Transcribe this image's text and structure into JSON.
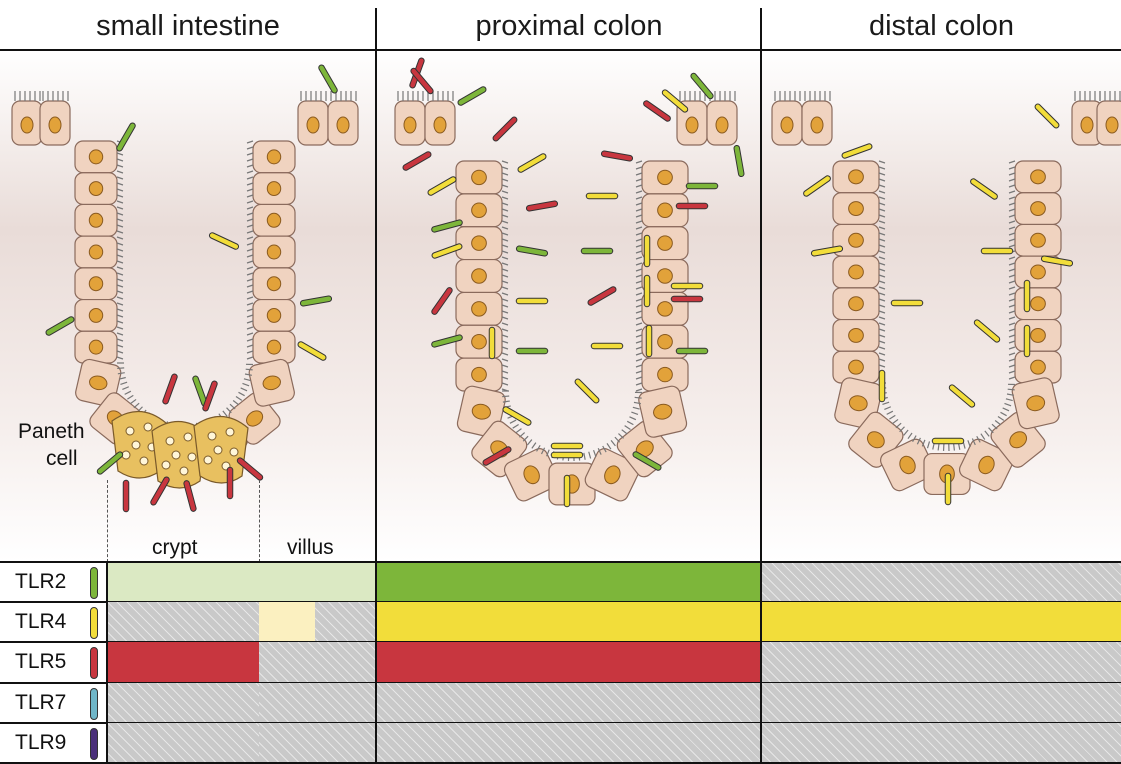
{
  "headers": [
    "small intestine",
    "proximal colon",
    "distal colon"
  ],
  "paneth_label": [
    "Paneth",
    "cell"
  ],
  "subregions": {
    "crypt": "crypt",
    "villus": "villus"
  },
  "colors": {
    "tlr2": "#7db63a",
    "tlr2_light": "#dbe9c3",
    "tlr4": "#f2dd3a",
    "tlr4_light": "#fbf0c0",
    "tlr5": "#c8363f",
    "tlr7": "#6fb6c8",
    "tlr9": "#4a2f7a",
    "cell_fill": "#f0d3c0",
    "cell_stroke": "#8a6a5c",
    "nucleus": "#e2a23a",
    "paneth_fill": "#e8c060",
    "background": "#e9dcd8"
  },
  "rows": [
    {
      "label": "TLR2",
      "pill": "tlr2",
      "cells": [
        {
          "span": "crypt",
          "level": "low"
        },
        {
          "span": "villus",
          "level": "low"
        },
        {
          "span": "proximal",
          "level": "high"
        },
        {
          "span": "distal",
          "level": "none"
        }
      ]
    },
    {
      "label": "TLR4",
      "pill": "tlr4",
      "cells": [
        {
          "span": "crypt",
          "level": "none"
        },
        {
          "span": "villus",
          "level": "partial-low"
        },
        {
          "span": "proximal",
          "level": "high"
        },
        {
          "span": "distal",
          "level": "high"
        }
      ]
    },
    {
      "label": "TLR5",
      "pill": "tlr5",
      "cells": [
        {
          "span": "crypt",
          "level": "high"
        },
        {
          "span": "villus",
          "level": "none"
        },
        {
          "span": "proximal",
          "level": "high"
        },
        {
          "span": "distal",
          "level": "none"
        }
      ]
    },
    {
      "label": "TLR7",
      "pill": "tlr7",
      "cells": [
        {
          "span": "crypt",
          "level": "none"
        },
        {
          "span": "villus",
          "level": "none"
        },
        {
          "span": "proximal",
          "level": "none"
        },
        {
          "span": "distal",
          "level": "none"
        }
      ]
    },
    {
      "label": "TLR9",
      "pill": "tlr9",
      "cells": [
        {
          "span": "crypt",
          "level": "none"
        },
        {
          "span": "villus",
          "level": "none"
        },
        {
          "span": "proximal",
          "level": "none"
        },
        {
          "span": "distal",
          "level": "none"
        }
      ]
    }
  ]
}
